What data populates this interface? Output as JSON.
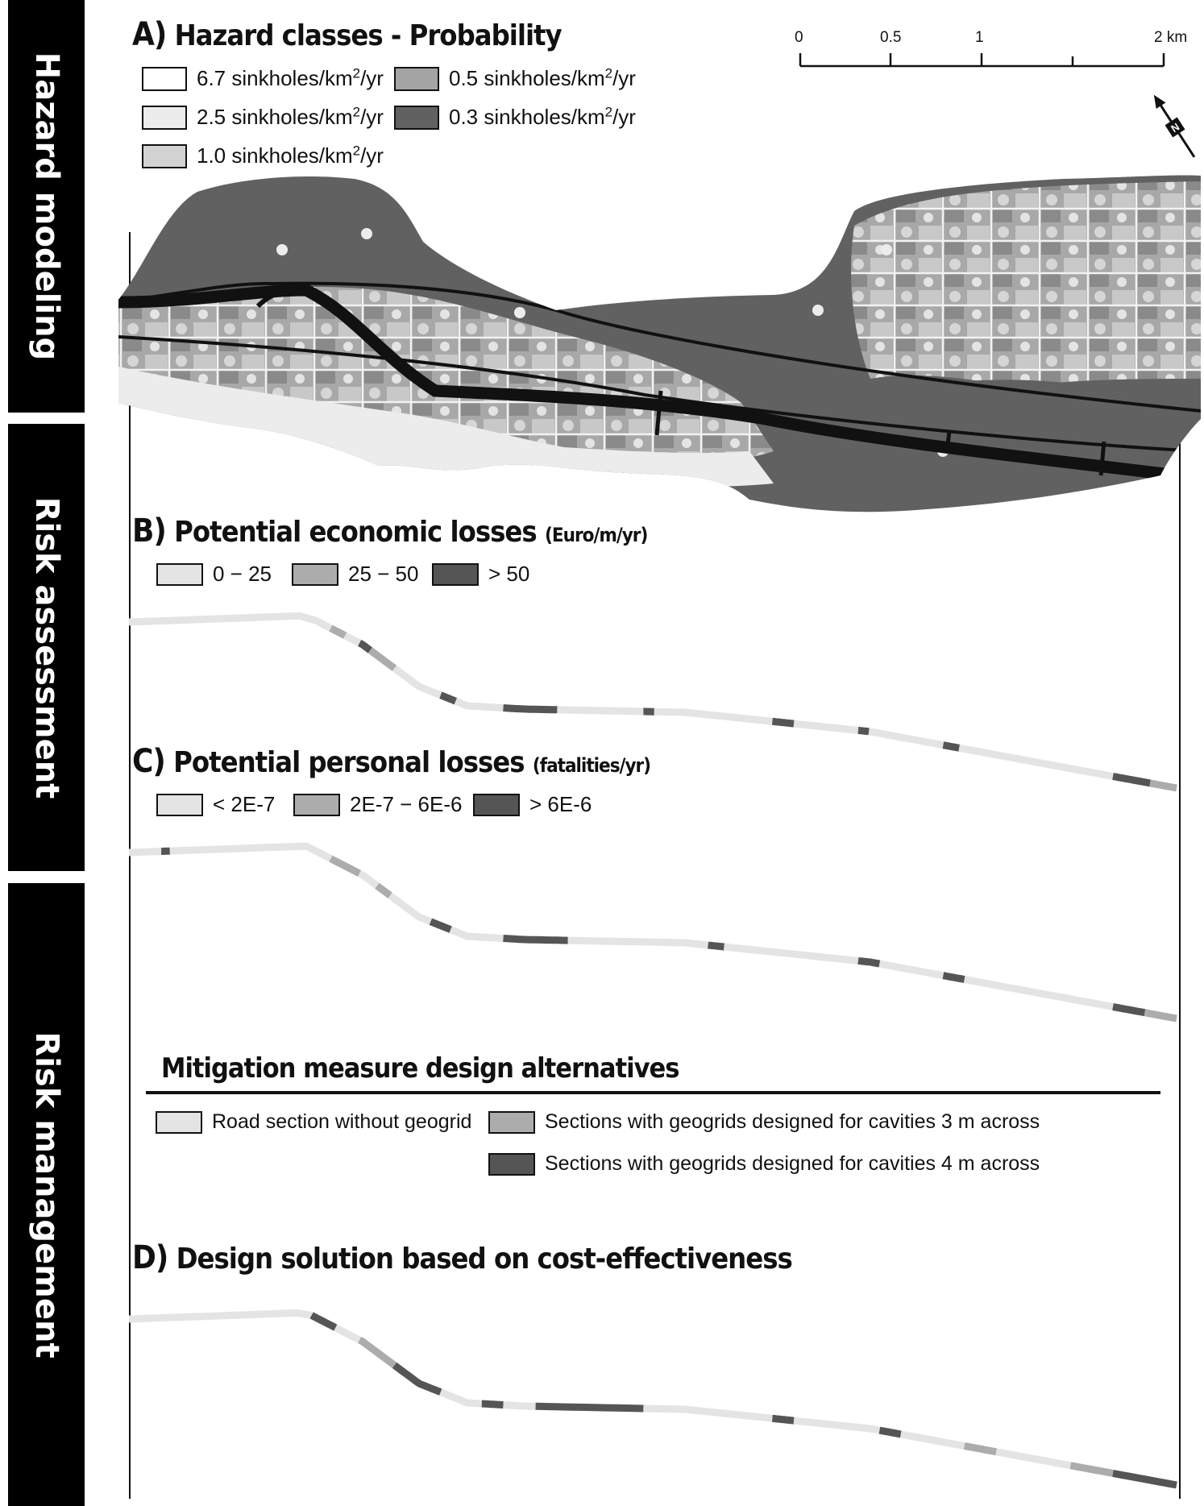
{
  "side_labels": {
    "hazard": "Hazard modeling",
    "risk_assessment": "Risk assessment",
    "risk_management": "Risk management"
  },
  "panel_a": {
    "letter": "A)",
    "title": "Hazard classes - Probability",
    "legend": [
      {
        "value": "6.7",
        "unit": "sinkholes/km",
        "exp": "2",
        "tail": "/yr",
        "color": "#ffffff"
      },
      {
        "value": "2.5",
        "unit": "sinkholes/km",
        "exp": "2",
        "tail": "/yr",
        "color": "#ececec"
      },
      {
        "value": "1.0",
        "unit": "sinkholes/km",
        "exp": "2",
        "tail": "/yr",
        "color": "#d2d2d2"
      },
      {
        "value": "0.5",
        "unit": "sinkholes/km",
        "exp": "2",
        "tail": "/yr",
        "color": "#a4a4a4"
      },
      {
        "value": "0.3",
        "unit": "sinkholes/km",
        "exp": "2",
        "tail": "/yr",
        "color": "#616161"
      }
    ],
    "scale_bar": {
      "ticks": [
        "0",
        "0.5",
        "1",
        "2 km"
      ]
    },
    "north_arrow": "north-arrow-icon"
  },
  "panel_b": {
    "letter": "B)",
    "title": "Potential economic losses",
    "unit": "(Euro/m/yr)",
    "legend": [
      {
        "label": "0 − 25",
        "color": "#e4e4e4"
      },
      {
        "label": "25 − 50",
        "color": "#acacac"
      },
      {
        "label": "> 50",
        "color": "#555555"
      }
    ]
  },
  "panel_c": {
    "letter": "C)",
    "title": "Potential personal losses",
    "unit": "(fatalities/yr)",
    "legend": [
      {
        "label": "< 2E-7",
        "color": "#e4e4e4"
      },
      {
        "label": "2E-7 − 6E-6",
        "color": "#acacac"
      },
      {
        "label": "> 6E-6",
        "color": "#555555"
      }
    ]
  },
  "mitigation": {
    "title": "Mitigation measure design alternatives",
    "legend": [
      {
        "label": "Road section without geogrid",
        "color": "#e4e4e4"
      },
      {
        "label": "Sections with geogrids designed for cavities 3 m across",
        "color": "#acacac"
      },
      {
        "label": "Sections with geogrids designed for cavities 4 m across",
        "color": "#555555"
      }
    ]
  },
  "panel_d": {
    "letter": "D)",
    "title": "Design solution based on cost-effectiveness"
  }
}
